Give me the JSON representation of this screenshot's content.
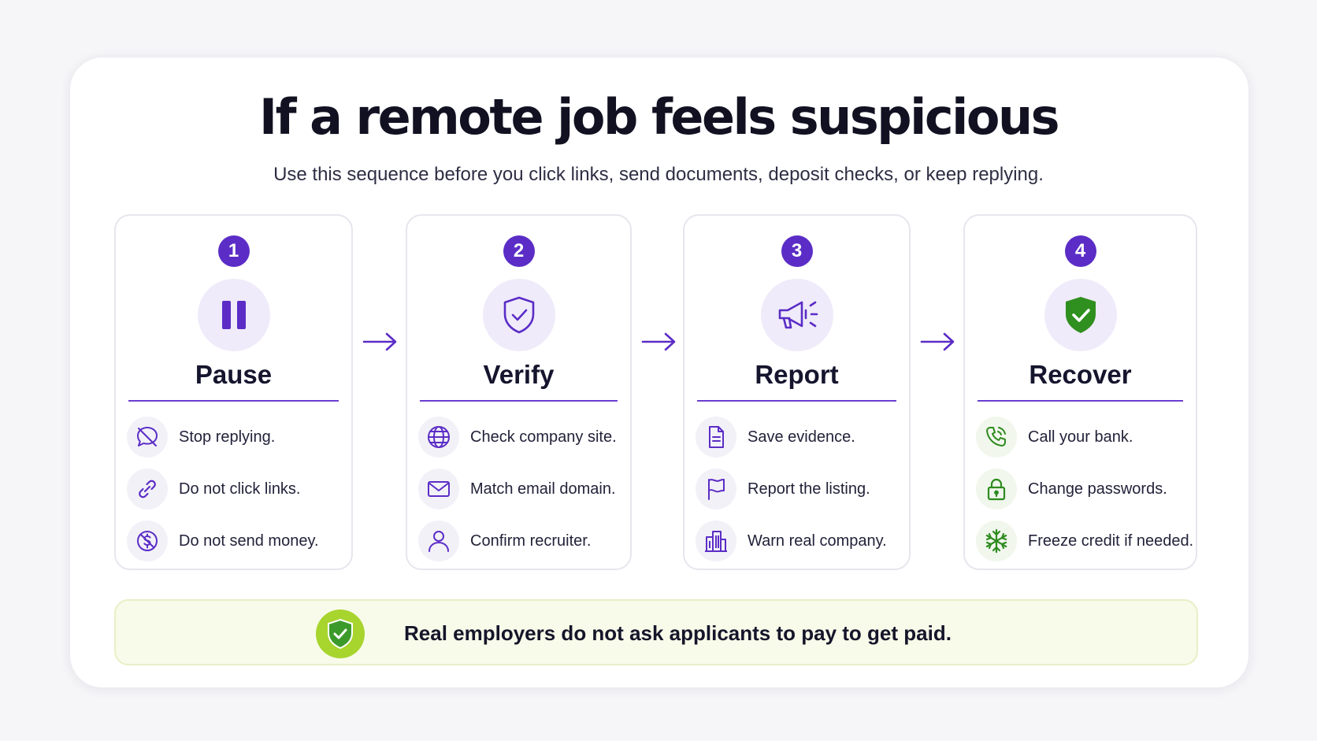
{
  "header": {
    "title": "If a remote job feels suspicious",
    "subtitle": "Use this sequence before you click links, send documents, deposit checks, or keep replying."
  },
  "colors": {
    "accent": "#5b2dc6",
    "recover_accent": "#2e8b1f",
    "tip_background": "#f8fbe9",
    "tip_icon": "#a8d42e"
  },
  "steps": [
    {
      "number": "1",
      "title": "Pause",
      "icon": "pause-icon",
      "items": [
        {
          "label": "Stop replying.",
          "icon": "no-chat-icon"
        },
        {
          "label": "Do not click links.",
          "icon": "link-icon"
        },
        {
          "label": "Do not send money.",
          "icon": "no-money-icon"
        }
      ]
    },
    {
      "number": "2",
      "title": "Verify",
      "icon": "shield-check-icon",
      "items": [
        {
          "label": "Check company site.",
          "icon": "globe-icon"
        },
        {
          "label": "Match email domain.",
          "icon": "envelope-icon"
        },
        {
          "label": "Confirm recruiter.",
          "icon": "person-icon"
        }
      ]
    },
    {
      "number": "3",
      "title": "Report",
      "icon": "megaphone-icon",
      "items": [
        {
          "label": "Save evidence.",
          "icon": "document-icon"
        },
        {
          "label": "Report the listing.",
          "icon": "flag-icon"
        },
        {
          "label": "Warn real company.",
          "icon": "building-icon"
        }
      ]
    },
    {
      "number": "4",
      "title": "Recover",
      "icon": "green-shield-check-icon",
      "items": [
        {
          "label": "Call your bank.",
          "icon": "phone-icon"
        },
        {
          "label": "Change passwords.",
          "icon": "lock-icon"
        },
        {
          "label": "Freeze credit if needed.",
          "icon": "snowflake-icon"
        }
      ]
    }
  ],
  "tip": {
    "text": "Real employers do not ask applicants to pay to get paid.",
    "icon": "shield-check-icon"
  }
}
